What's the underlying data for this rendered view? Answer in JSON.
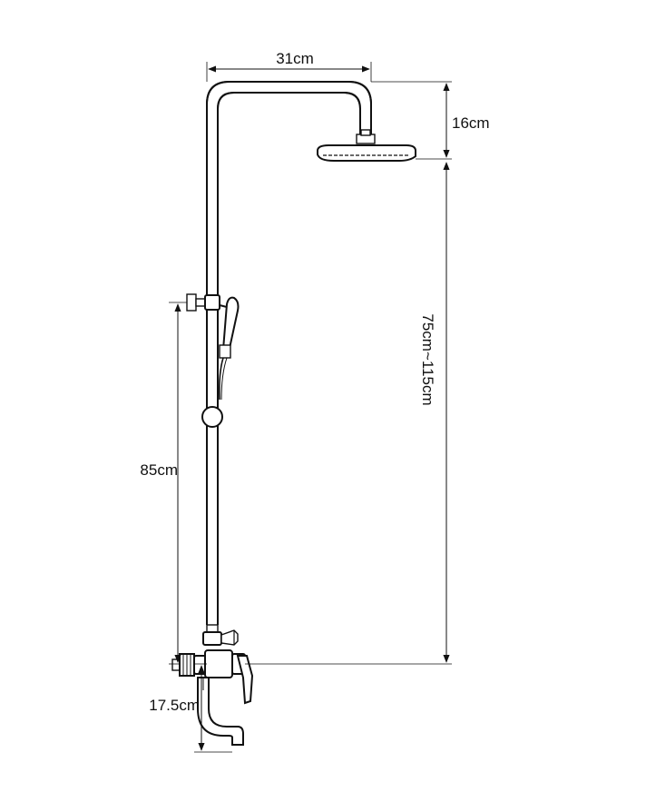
{
  "dimensions": {
    "arm_length": "31cm",
    "head_drop": "16cm",
    "slide_range": "75cm~115cm",
    "holder_height": "85cm",
    "spout_drop": "17.5cm"
  },
  "colors": {
    "line": "#111111",
    "background": "#ffffff"
  }
}
